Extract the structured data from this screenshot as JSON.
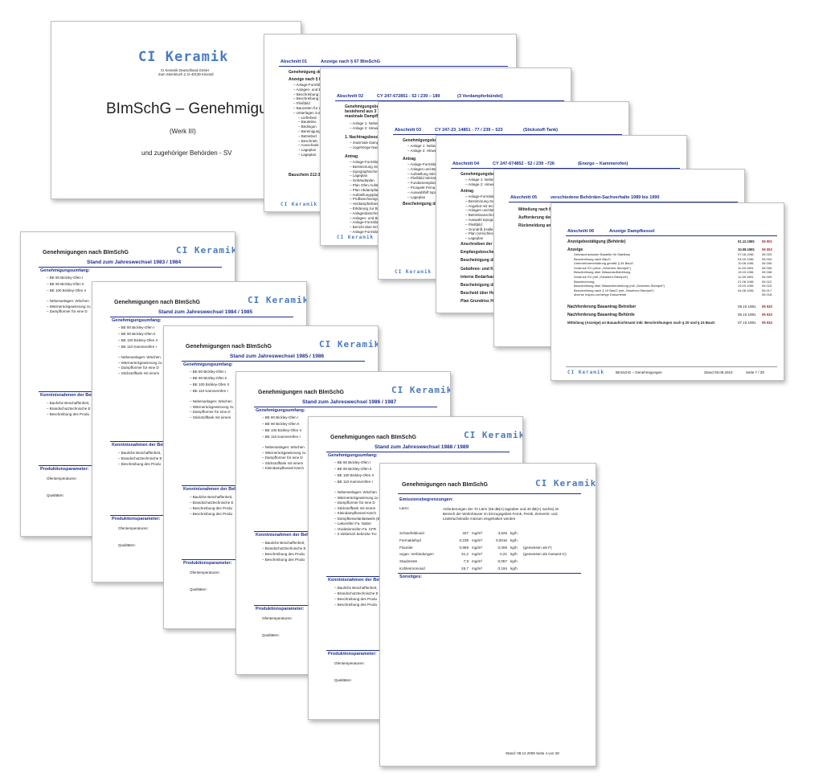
{
  "cover": {
    "logo": "CI Keramik",
    "company": "CI Keramik Deutschland GmbH",
    "address": "Zum Steinbruch 2, D-40139 Kinvard",
    "title": "BImSchG – Genehmigungen",
    "subtitle": "(Werk III)",
    "subtitle2": "und zugehöriger Behörden - SV"
  },
  "s01": {
    "num": "Abschnitt 01",
    "title": "Anzeige nach § 67 BImSchG",
    "l1": "Genehmigung der",
    "l2": "Anzeige nach § 67",
    "items": [
      "Anlage-Formblatt",
      "Anlagen- und Betr.",
      "Beschreibung zu",
      "Beschreibung zu",
      "Fließbild",
      "Bauzeiten für 2",
      "Unterlagen zur",
      "Lieferbed.",
      "Bauteileo",
      "Bedingun",
      "Bereinigung",
      "Betriebsd",
      "Beschrieb",
      "Ausschank",
      "Lageplan",
      "Lageplan"
    ],
    "bottom": "Bauschein 212-32",
    "logo": "CI Keramik"
  },
  "s02": {
    "num": "Abschnitt 02",
    "title": "CY 247-672851 - 52 / 239 – 189",
    "extra": "(3 Verdampferbündel)",
    "l1": "Genehmigungsbe",
    "l2": "bestehend aus 3 V",
    "l3": "maximale Dampfleis",
    "items1": [
      "Anlage 1: Nebenb",
      "Anlage 2: Hinweis"
    ],
    "nach": "1. Nachtragsbesch",
    "items2": [
      "maximale Dampfl",
      "zugehörige Nachr"
    ],
    "antrag": "Antrag",
    "items3": [
      "Anlage-Formblatt",
      "Bestimmung Schu",
      "topographische K",
      "Lageplan",
      "Gebäudeplan",
      "Plan Ofen-Aufste",
      "Plan Abdampfan",
      "Aufstellungsplan",
      "Prüfbescheinigu",
      "Verdampferbünde",
      "Erklärung zur Bet",
      "Anlagenbeschrei",
      "Anlagen- und Betr",
      "Anlage-Formblatt",
      "Bericht über Emis",
      "Anlage-Formblatt"
    ],
    "logo": "CI Keramik"
  },
  "s03": {
    "num": "Abschnitt 03",
    "title": "CY 247-23_14851 - 77 / 239 – 523",
    "extra": "(Stickstoff-Tank)",
    "l1": "Genehmigungsbe",
    "items1": [
      "Anlage 1: Nebenb",
      "Anlage 2: Hinweis"
    ],
    "antrag": "Antrag",
    "items2": [
      "Anlage-Formblatt",
      "Anlagen und Betr",
      "Aufstellung Stickst",
      "Fließbild Stickstoff",
      "Fundamentplan S",
      "Prospekt Firma L",
      "Auswahlhilf topogr",
      "Lageplan"
    ],
    "besch": "Bescheinigung übe",
    "logo": "CI Keramik"
  },
  "s04": {
    "num": "Abschnitt 04",
    "title": "CY 247-674852 - 52 / 239 –726",
    "extra": "(Energo – Kammerofen)",
    "l1": "Genehmigungsbe",
    "items1": [
      "Anlage 1: Nebenb",
      "Anlage 2: Hinweis"
    ],
    "antrag": "Antrag",
    "items2": [
      "Anlage-Formblatt",
      "Bestimmung Schu",
      "Angebot mit techn",
      "Anlagen und Betr",
      "Betriebsanschreib",
      "Auswahl topograp",
      "Fließbild",
      "Grundriß (Halle)",
      "Plan (Verschlech",
      "Lageplan"
    ],
    "list": [
      "Anschreiben der Be",
      "Empfangsbeschein",
      "Bescheinigung übe",
      "Gebühren- und Ko",
      "interne Bedarfsanf",
      "Bescheinigung übe",
      "Bescheid über Her",
      "Plan Grundriss Hal"
    ],
    "logo": "CI Keramik"
  },
  "s05": {
    "num": "Abschnitt 05",
    "title": "verschiedene Behörden-Sachverhalte   1989  bis  1990",
    "list": [
      "Mitteilung nach §",
      "Aufforderung der B",
      "Rückmeldung an B"
    ]
  },
  "s06": {
    "num": "Abschnitt 06",
    "title": "Anzeige Dampfkessel",
    "r1": {
      "label": "Anzeigebestätigung (Behörde)",
      "date": "01.12.1981",
      "code": "06 001"
    },
    "r2": {
      "label": "Anzeige",
      "date": "10.08.1981",
      "code": "06 002"
    },
    "items": [
      {
        "label": "Gebrauchsmuster Bauteile für Stahlbau",
        "date": "07.08.1981",
        "code": "06 003"
      },
      {
        "label": "Beschreibung nach BauO",
        "date": "04.09.1981",
        "code": "06 004"
      },
      {
        "label": "Unternehmererklärung gemäß § 34 BauO",
        "date": "10.08.1981",
        "code": "06 005"
      },
      {
        "label": "Vordruck SV (ohne „Gesehen-Stempel“)",
        "date": "11.08.1981",
        "code": "06 006"
      },
      {
        "label": "Beschreibung über Wasseraufbereitung",
        "date": "19.03.1981",
        "code": "06 008"
      },
      {
        "label": "Vordruck SV (mit „Gesehen-Stempel“)",
        "date": "11.08.1981",
        "code": "06 009"
      },
      {
        "label": "Bauzeichnung",
        "date": "21.08.1981",
        "code": "06 012"
      },
      {
        "label": "Beschreibung über Wasserbeurteilung (mit „Gesehen-Stempel“)",
        "date": "19.03.1981",
        "code": "06 015"
      },
      {
        "label": "Beschreibung nach § 10 BauO  (mit „Gesehen-Stempel“)",
        "date": "04.08.1981",
        "code": "06 017"
      },
      {
        "label": "diverse Inspex-vorherige Dokumente",
        "date": "",
        "code": "06 018"
      }
    ],
    "r3": {
      "label": "Nachforderung Bauantrag Betreiber",
      "date": "08.10.1981",
      "code": "06 020"
    },
    "r4": {
      "label": "Nachforderung Bauantrag Behörde",
      "date": "06.10.1981",
      "code": "06 033"
    },
    "r5": {
      "label": "Mitteilung (Anzeige) an Bauaufsichtsamt inkl. Beschreibungen nach § 20 und § 24 BauO",
      "date": "07.10.1981",
      "code": "06 034"
    },
    "footer": {
      "logo": "CI Keramik",
      "title": "BImSchG – Genehmigungen",
      "date": "Stand 09.09.2010",
      "page": "Seite 7 / 29"
    }
  },
  "y1": {
    "heading": "Genehmigungen nach BImSchG",
    "logo": "CI Keramik",
    "stand": "Stand zum Jahreswechsel 1983 / 1984",
    "umfang": "Genehmigungsumfang:",
    "items": [
      "BE 80     Bickley-Ofen I",
      "BE 90     Bickley-Ofen II",
      "BE 100    Bickley-Ofen II"
    ],
    "extra": [
      "Nebenanlagen:  Wischen",
      "Wärmerückgewinnung zu",
      "Dampfformer für eine D"
    ],
    "kenn": "Kenntnisnahmen der Beh",
    "kitems": [
      "Bauliche Beschaffenheit,",
      "Brandschutztechnische E",
      "Beschreibung des Produ"
    ],
    "prod": "Produktionsparameter:",
    "p1": "Ofentemperaturen:",
    "p2": "Qualitäten:"
  },
  "y2": {
    "heading": "Genehmigungen nach BImSchG",
    "logo": "CI Keramik",
    "stand": "Stand zum Jahreswechsel 1984 / 1985",
    "umfang": "Genehmigungsumfang:",
    "items": [
      "BE 80     Bickley-Ofen I",
      "BE 90     Bickley-Ofen II",
      "BE 100    Bickley-Ofen II",
      "BE 110    Kammeröfen I"
    ],
    "extra": [
      "Nebenanlagen:  Wischen",
      "Wärmerückgewinnung zu",
      "Dampfformer für eine D",
      "Stickstofftank mit einem"
    ],
    "kenn": "Kenntnisnahmen der Beh",
    "kitems": [
      "Bauliche Beschaffenheit,",
      "Brandschutztechnische E",
      "Beschreibung des Produ"
    ],
    "prod": "Produktionsparameter:",
    "p1": "Ofentemperaturen:",
    "p2": "Qualitäten:"
  },
  "y3": {
    "heading": "Genehmigungen nach BImSchG",
    "logo": "CI Keramik",
    "stand": "Stand zum Jahreswechsel 1985 / 1986",
    "umfang": "Genehmigungsumfang:",
    "items": [
      "BE 80     Bickley-Ofen I",
      "BE 90     Bickley-Ofen II",
      "BE 100    Bickley-Ofen II",
      "BE 110    Kammeröfen I"
    ],
    "extra": [
      "Nebenanlagen:  Wischen",
      "Wärmerückgewinnung zu",
      "Dampfformer für eine D",
      "Stickstofftank mit einem"
    ],
    "kenn": "Kenntnisnahmen der Beh",
    "kitems": [
      "Bauliche Beschaffenheit,",
      "Brandschutztechnische E",
      "Beschreibung des Produ",
      "Beschreibung des Produ"
    ],
    "prod": "Produktionsparameter:",
    "p1": "Ofentemperaturen:",
    "p2": "Qualitäten:"
  },
  "y4": {
    "heading": "Genehmigungen nach BImSchG",
    "logo": "CI Keramik",
    "stand": "Stand zum Jahreswechsel 1986 / 1987",
    "umfang": "Genehmigungsumfang:",
    "items": [
      "BE 80     Bickley-Ofen I",
      "BE 90     Bickley-Ofen II",
      "BE 100    Bickley-Ofen II",
      "BE 110    Kammeröfen I"
    ],
    "extra": [
      "Nebenanlagen:  Wischen",
      "Wärmerückgewinnung zu",
      "Dampfformer für eine D",
      "Stickstofftank mit einem",
      "Kleindampfkessel Kärch"
    ],
    "kenn": "Kenntnisnahmen der Beh",
    "kitems": [
      "Bauliche Beschaffenheit,",
      "Brandschutztechnische E",
      "Beschreibung des Produ",
      "Beschreibung des Produ"
    ],
    "prod": "Produktionsparameter:",
    "p1": "Ofentemperaturen:",
    "p2": "Qualitäten:"
  },
  "y5": {
    "heading": "Genehmigungen nach BImSchG",
    "logo": "CI Keramik",
    "stand": "Stand zum Jahreswechsel 1988 / 1989",
    "umfang": "Genehmigungsumfang:",
    "items": [
      "BE 80     Bickley-Ofen I",
      "BE 90     Bickley-Ofen II",
      "BE 100    Bickley-Ofen II",
      "BE 110    Kammeröfen I"
    ],
    "extra": [
      "Nebenanlagen:  Wischen",
      "Wärmerückgewinnung zu",
      "Dampfformer für eine D",
      "Stickstofftank mit einem",
      "Kleindampfkessel Kärch",
      "Dampfkesselanlastwels (E",
      "Lakonöfen Fa. Naber",
      "Oxidationsofen  Fa. CFR",
      "2 elektrisch beheizte Tro"
    ],
    "kenn": "Kenntnisnahmen der Beh",
    "kitems": [
      "Bauliche Beschaffenheit,",
      "Brandschutztechnische E",
      "Beschreibung des Produ",
      "Beschreibung des Produ"
    ],
    "prod": "Produktionsparameter:",
    "p1": "Ofentemperaturen:",
    "p2": "Qualitäten:"
  },
  "front": {
    "heading": "Genehmigungen nach BImSchG",
    "logo": "CI Keramik",
    "emission": "Emissionsbegrenzungen:",
    "laerm_label": "Lärm:",
    "laerm_text": [
      "Anforderungen der TA Lärm (55 dB(A) tagsüber und 40 dB(A) nachts) im",
      "Bereich der Wohnhäuser im Einzugsgebiet Fernk, Pentk, Zementir- und",
      "Ledertuchstraße müssen eingehalten werden"
    ],
    "rows": [
      {
        "name": "Schwefeldioxid",
        "v1": "337",
        "u1": "mg/m³",
        "v2": "3,625",
        "u2": "kg/h",
        "note": ""
      },
      {
        "name": "Formaldehyd",
        "v1": "0,239",
        "u1": "mg/m³",
        "v2": "0,0016",
        "u2": "kg/h",
        "note": ""
      },
      {
        "name": "Fluoride",
        "v1": "0,959",
        "u1": "mg/m³",
        "v2": "0,006",
        "u2": "kg/h",
        "note": "(gemessen als F)"
      },
      {
        "name": "organ. Verbindungen",
        "v1": "31,2",
        "u1": "mg/m³",
        "v2": "0,21",
        "u2": "kg/h",
        "note": "(gemessen als Gesamt-C)"
      },
      {
        "name": "Staubreste",
        "v1": "7,9",
        "u1": "mg/m³",
        "v2": "0,057",
        "u2": "kg/h",
        "note": ""
      },
      {
        "name": "Kohlenmonoxid",
        "v1": "26,7",
        "u1": "mg/m³",
        "v2": "0,194",
        "u2": "kg/h",
        "note": ""
      }
    ],
    "sonst": "Sonstiges:",
    "footer": "Stand: 08.12.2009    Seite 4 von 28"
  }
}
